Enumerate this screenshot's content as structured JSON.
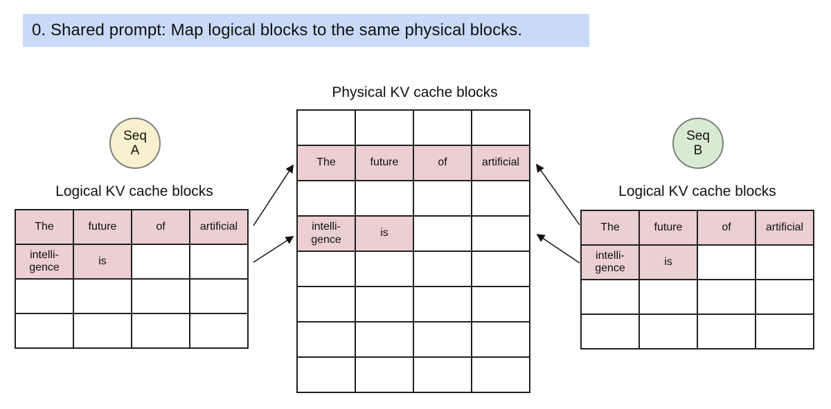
{
  "banner": {
    "text": "0. Shared prompt: Map logical blocks to the same physical blocks."
  },
  "physical": {
    "title": "Physical KV cache blocks",
    "rows": [
      [
        "",
        "",
        "",
        ""
      ],
      [
        "The",
        "future",
        "of",
        "artificial"
      ],
      [
        "",
        "",
        "",
        ""
      ],
      [
        "intelli-\ngence",
        "is",
        "",
        ""
      ],
      [
        "",
        "",
        "",
        ""
      ],
      [
        "",
        "",
        "",
        ""
      ],
      [
        "",
        "",
        "",
        ""
      ],
      [
        "",
        "",
        "",
        ""
      ]
    ],
    "filled": [
      [],
      [
        0,
        1,
        2,
        3
      ],
      [],
      [
        0,
        1
      ],
      [],
      [],
      [],
      []
    ]
  },
  "logical_a": {
    "title": "Logical KV cache blocks",
    "rows": [
      [
        "The",
        "future",
        "of",
        "artificial"
      ],
      [
        "intelli-\ngence",
        "is",
        "",
        ""
      ],
      [
        "",
        "",
        "",
        ""
      ],
      [
        "",
        "",
        "",
        ""
      ]
    ],
    "filled": [
      [
        0,
        1,
        2,
        3
      ],
      [
        0,
        1
      ],
      [],
      []
    ]
  },
  "logical_b": {
    "title": "Logical KV cache blocks",
    "rows": [
      [
        "The",
        "future",
        "of",
        "artificial"
      ],
      [
        "intelli-\ngence",
        "is",
        "",
        ""
      ],
      [
        "",
        "",
        "",
        ""
      ],
      [
        "",
        "",
        "",
        ""
      ]
    ],
    "filled": [
      [
        0,
        1,
        2,
        3
      ],
      [
        0,
        1
      ],
      [],
      []
    ]
  },
  "seq_a": {
    "line1": "Seq",
    "line2": "A"
  },
  "seq_b": {
    "line1": "Seq",
    "line2": "B"
  },
  "colors": {
    "banner_bg": "#c9daf8",
    "cell_filled": "#ebcfd1",
    "seq_a_bg": "#f9f1cd",
    "seq_b_bg": "#d9ead3",
    "table_border": "#1f1f1f",
    "arrow": "#111111"
  }
}
